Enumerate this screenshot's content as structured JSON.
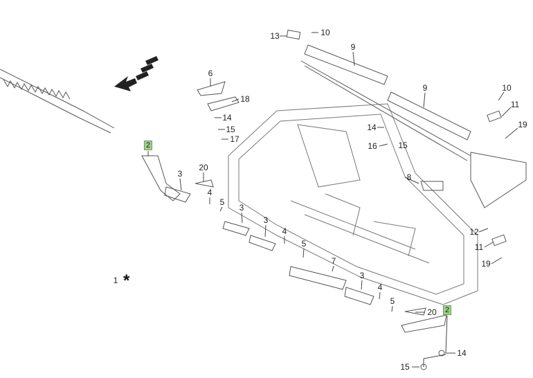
{
  "diagram": {
    "callouts": [
      "13",
      "10",
      "9",
      "9",
      "10",
      "11",
      "19",
      "6",
      "18",
      "14",
      "15",
      "17",
      "14",
      "16",
      "15",
      "8",
      "2",
      "3",
      "20",
      "4",
      "5",
      "3",
      "3",
      "4",
      "5",
      "7",
      "3",
      "4",
      "5",
      "20",
      "2",
      "12",
      "11",
      "19",
      "1",
      "14",
      "15"
    ],
    "highlight_color": "#9ccf8c",
    "direction_arrow": "front-direction-arrow",
    "asterisk": "*"
  }
}
